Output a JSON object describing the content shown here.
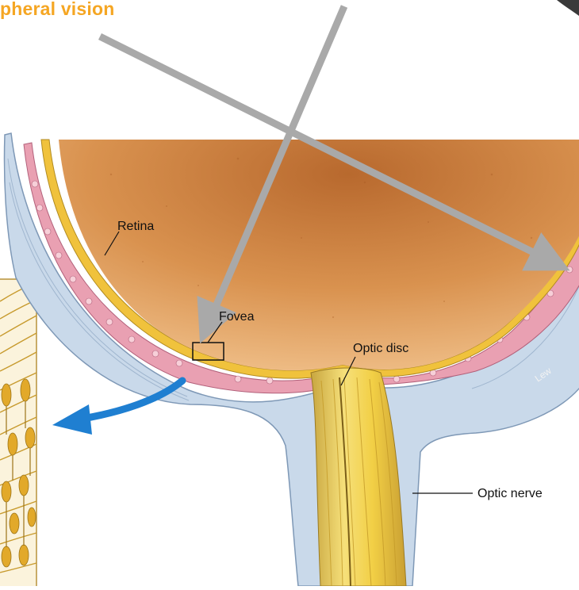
{
  "title": "pheral vision",
  "labels": {
    "retina": "Retina",
    "fovea": "Fovea",
    "optic_disc": "Optic disc",
    "optic_nerve": "Optic nerve"
  },
  "signature": "Lew",
  "colors": {
    "title": "#f5a623",
    "ray_arrows": "#a9a9a9",
    "blue_arrow": "#1f7fd1",
    "eyeball_interior": "#d9924f",
    "retina_layer": "#f0c23c",
    "choroid_layer": "#e9a0b2",
    "sclera_layer": "#c9d9ea",
    "optic_nerve_fibers": "#f2d451"
  }
}
